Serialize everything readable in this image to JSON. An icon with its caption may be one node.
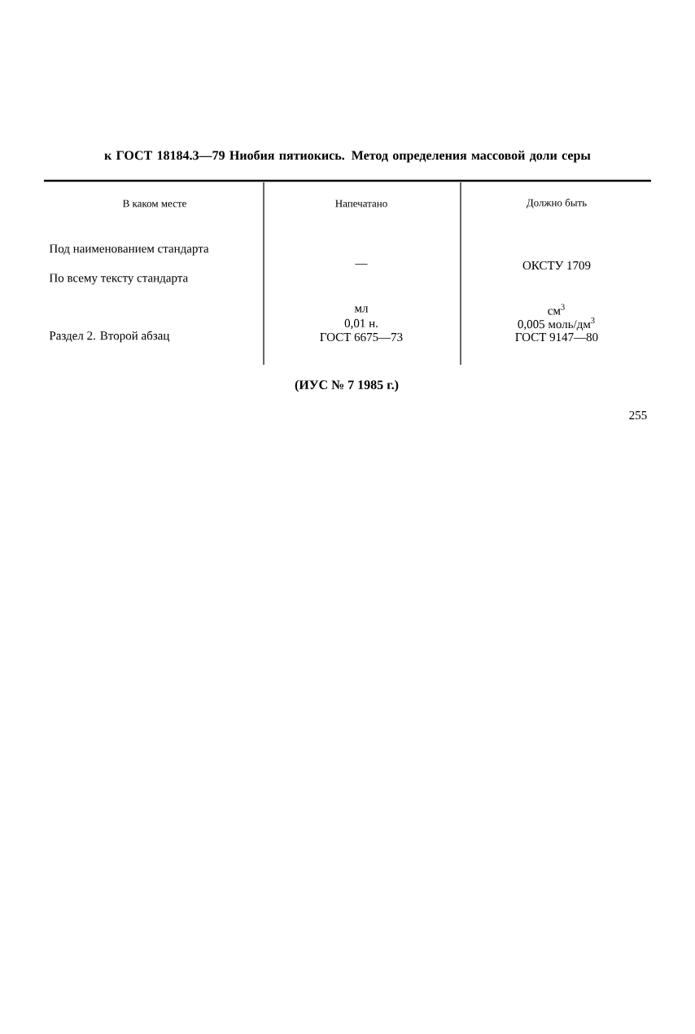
{
  "diagram": {
    "title": "к ГОСТ 18184.3—79 Ниобия пятиокись. Метод определения массовой доли серы",
    "caption": "(ИУС № 7 1985 г.)",
    "labels": [
      "В каком месте",
      "Напечатано",
      "Должно быть",
      "Под наименованием стандарта",
      "—",
      "ОКСТУ 1709",
      "По всему тексту стандарта",
      "мл",
      "см$^{3}$",
      "0,01 н.",
      "0,005 моль/дм$^{3}$",
      "Раздел 2. Второй абзац",
      "ГОСТ 6675—73",
      "ГОСТ 9147—80",
      "255"
    ]
  }
}
